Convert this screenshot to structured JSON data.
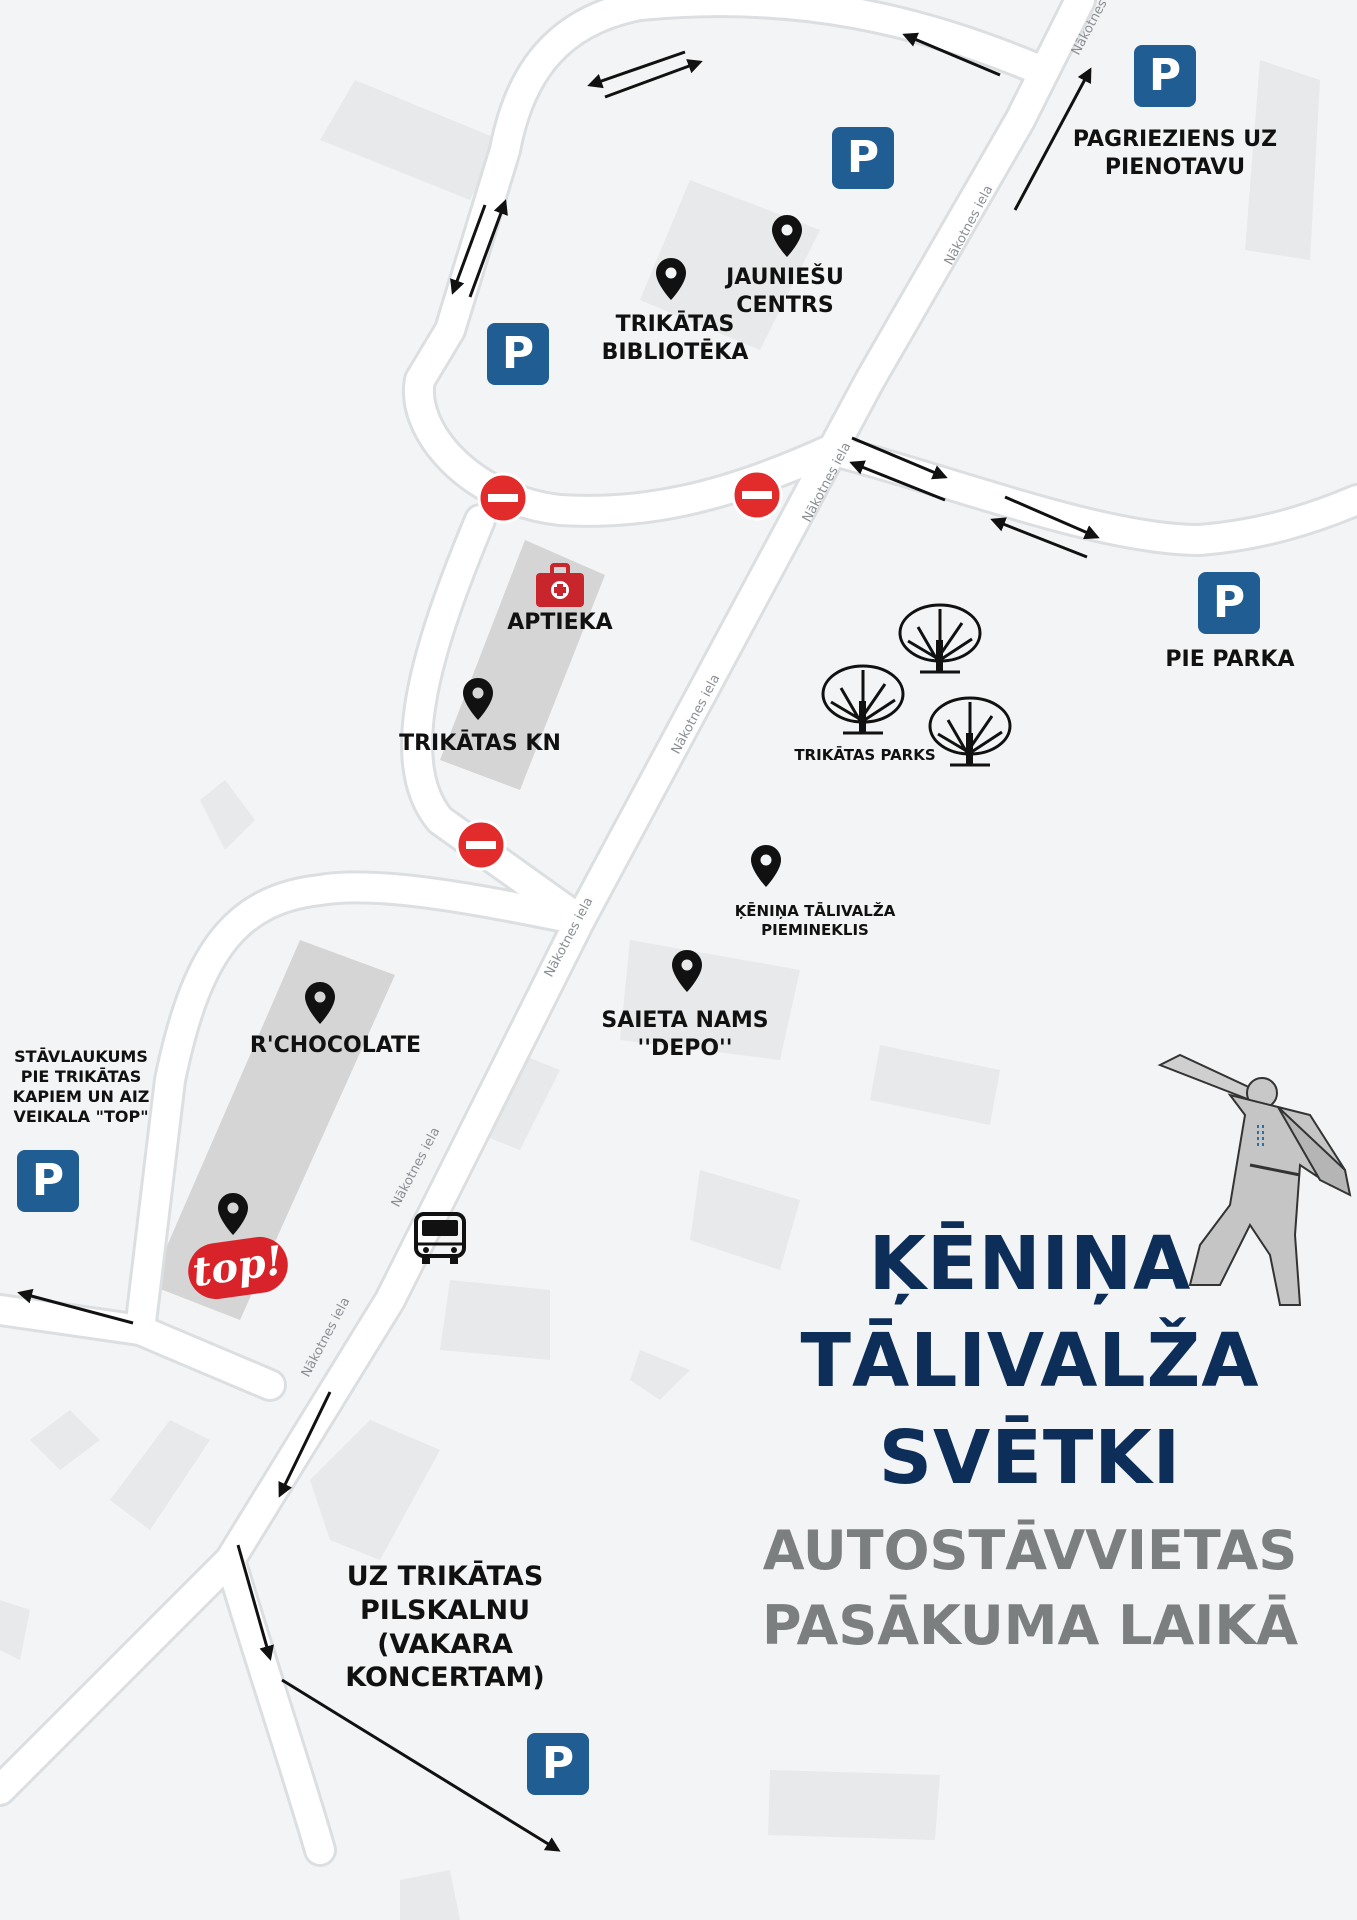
{
  "labels": {
    "jauniesu_centrs": "JAUNIEŠU\nCENTRS",
    "trikatas_biblioteka": "TRIKĀTAS\nBIBLIOTĒKA",
    "pagrieziens_uz_pienotavu": "PAGRIEZIENS UZ\nPIENOTAVU",
    "aptieka": "APTIEKA",
    "trikatas_kn": "TRIKĀTAS KN",
    "pie_parka": "PIE PARKA",
    "trikatas_parks": "TRIKĀTAS PARKS",
    "kenina_pieminekis": "ĶĒNIŅA TĀLIVALŽA\nPIEMINEKLIS",
    "saieta_nams": "SAIETA NAMS\n''DEPO''",
    "rchocolate": "R'CHOCOLATE",
    "stavlaukums": "STĀVLAUKUMS\nPIE TRIKĀTAS\nKAPIEM UN AIZ\nVEIKALA \"TOP\"",
    "uz_pilskalnu": "UZ TRIKĀTAS\nPILSKALNU\n(VAKARA\nKONCERTAM)",
    "top_logo": "top!"
  },
  "street_name": "Nākotnes iela",
  "parking_symbol": "P",
  "title": {
    "line1": "ĶĒNIŅA",
    "line2": "TĀLIVALŽA",
    "line3": "SVĒTKI"
  },
  "subtitle": {
    "line1": "AUTOSTĀVVIETAS",
    "line2": "PASĀKUMA LAIKĀ"
  },
  "colors": {
    "background": "#f3f4f5",
    "road": "#ffffff",
    "parking_badge": "#1f5d93",
    "title": "#0d2e58",
    "subtitle": "#7b7f80",
    "no_entry": "#e22b2b",
    "pharmacy": "#c9252c"
  },
  "icons": {
    "parking": "parking-icon",
    "location": "location-pin-icon",
    "no_entry": "no-entry-icon",
    "pharmacy": "first-aid-kit-icon",
    "bus": "bus-icon",
    "tree": "tree-icon",
    "statue": "horn-blower-statue"
  }
}
